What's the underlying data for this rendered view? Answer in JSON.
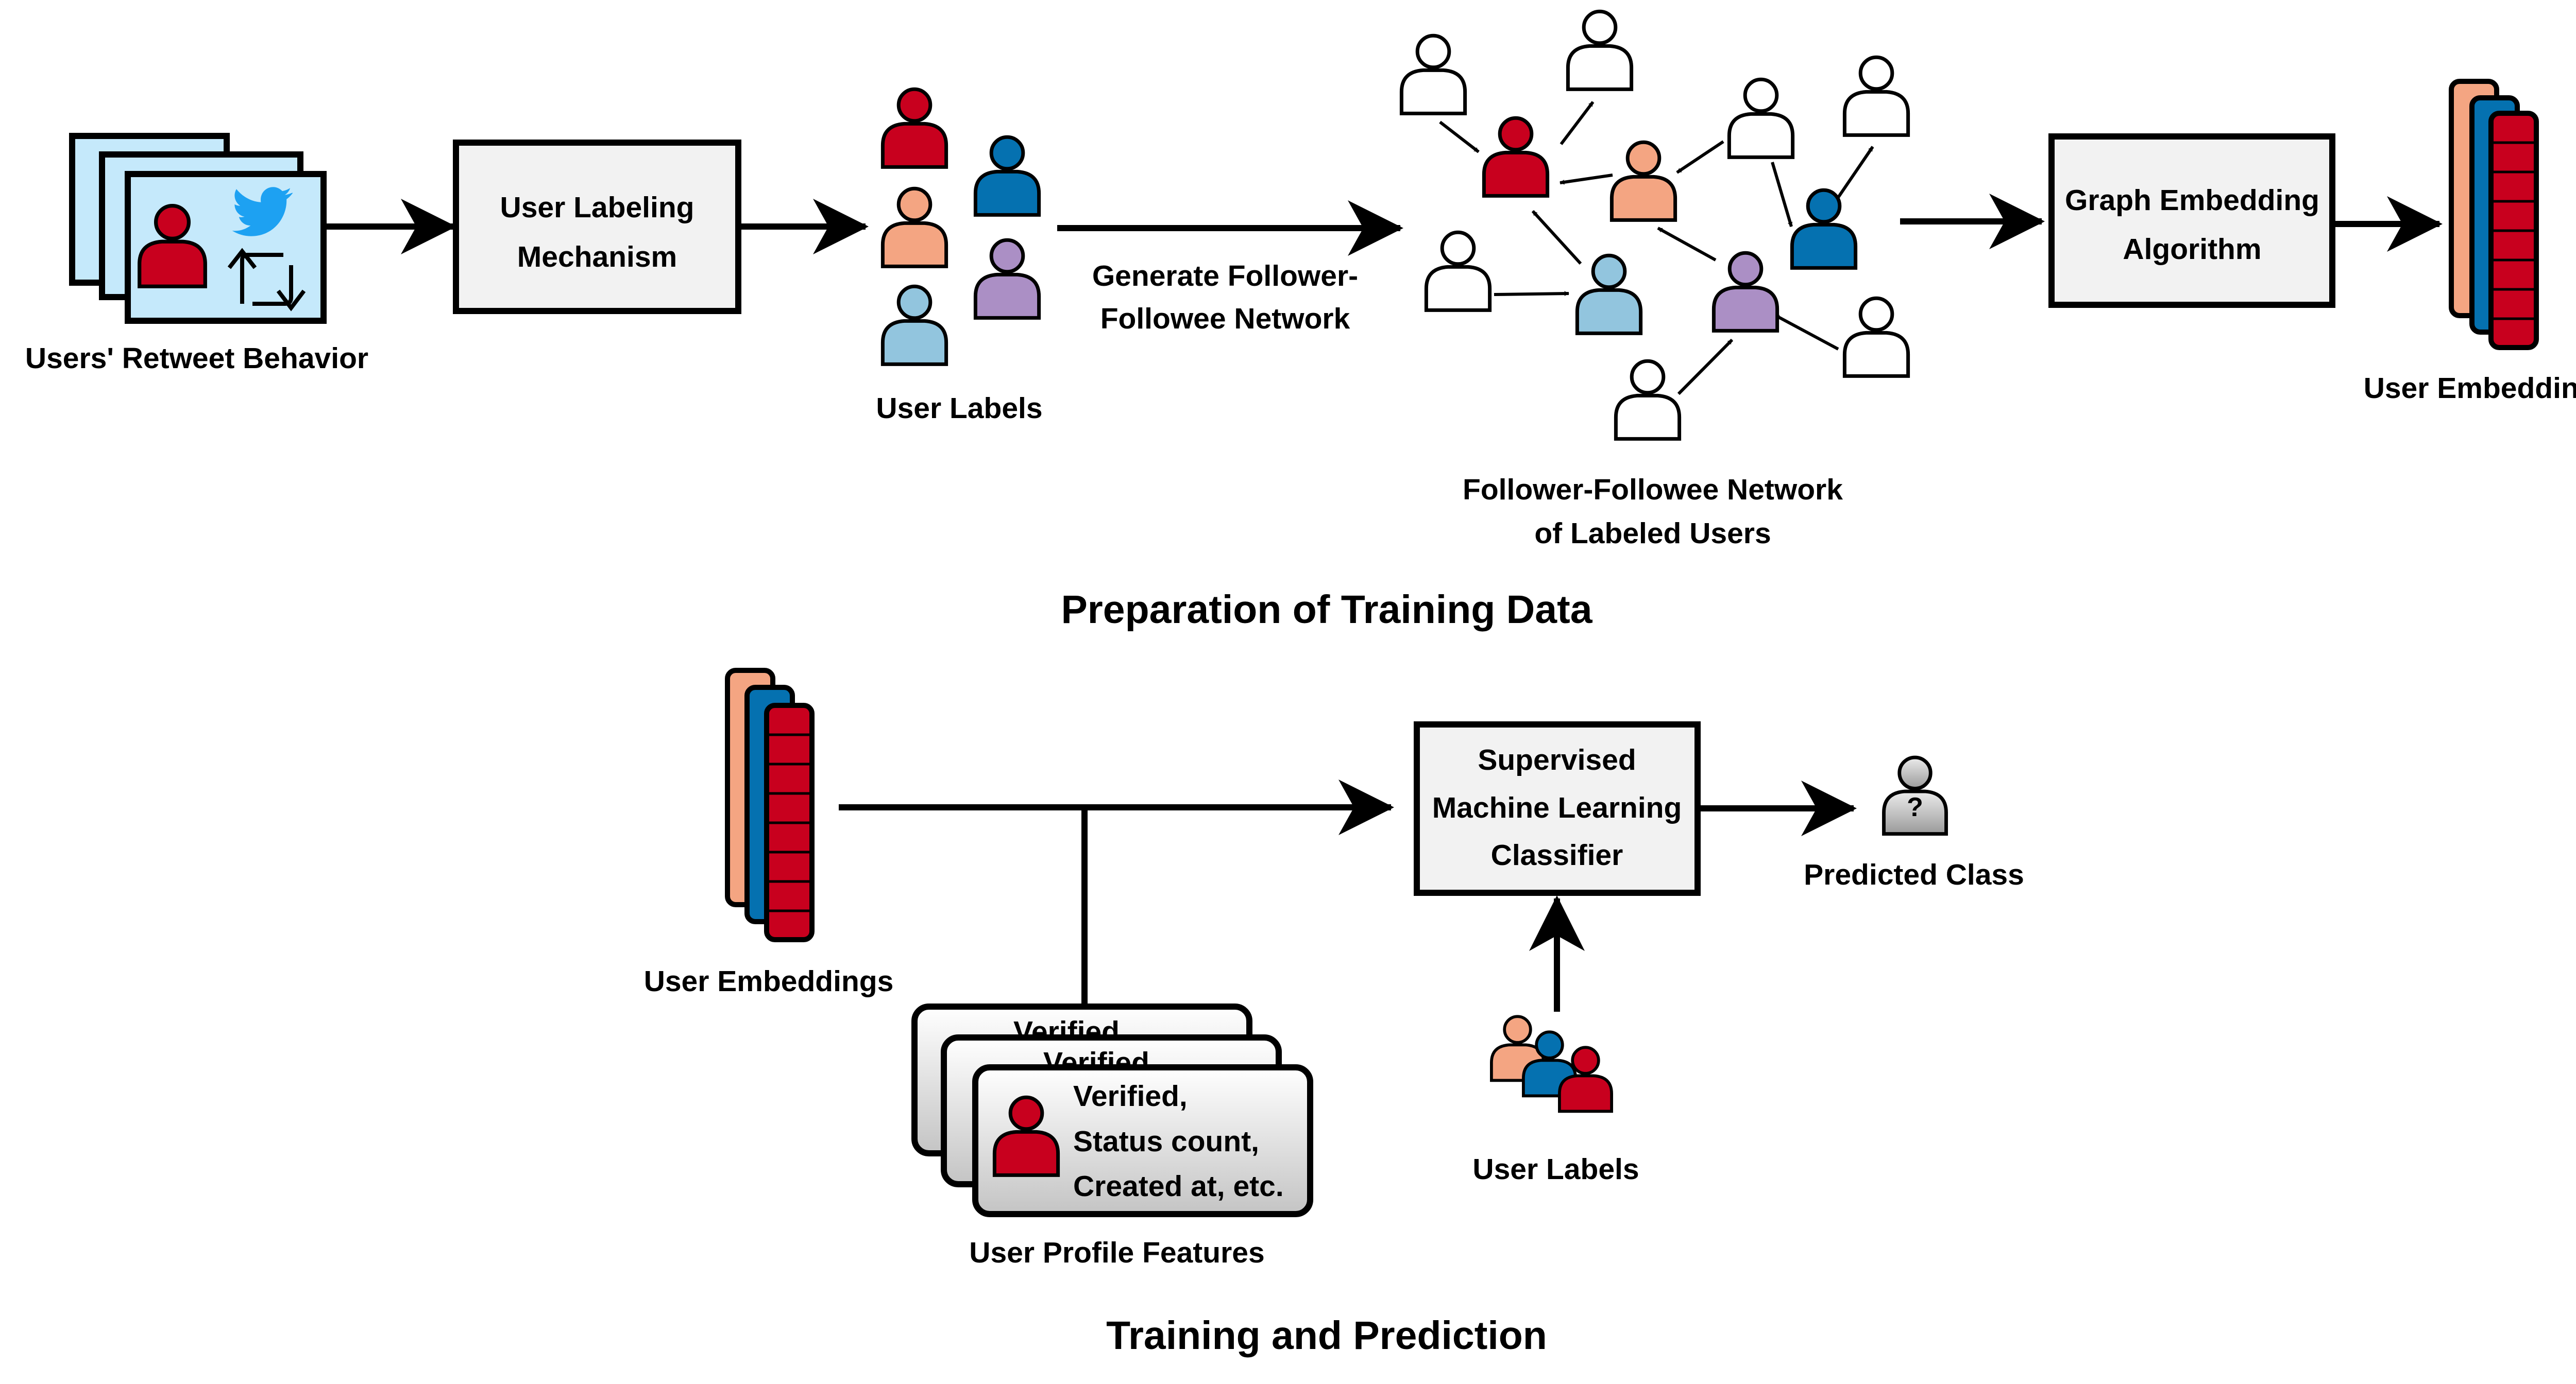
{
  "colors": {
    "red": "#c8001e",
    "salmon": "#f4a582",
    "blue": "#0571b0",
    "light_blue": "#92c5de",
    "purple": "#ab8fc5",
    "box_fill": "#f2f2f2",
    "tweet_bg": "#c5e9fb",
    "twitter_blue": "#1da1f2",
    "unknown_gray": "#c7c7c7"
  },
  "top": {
    "retweet_label": "Users' Retweet Behavior",
    "labeling_box": {
      "line1": "User Labeling",
      "line2": "Mechanism"
    },
    "user_labels": "User Labels",
    "generate_label": {
      "line1": "Generate Follower-",
      "line2": "Followee Network"
    },
    "network_label": {
      "line1": "Follower-Followee Network",
      "line2": "of Labeled Users"
    },
    "embedding_box": {
      "line1": "Graph Embedding",
      "line2": "Algorithm"
    },
    "embeddings_label": "User Embeddings",
    "section_title": "Preparation of Training Data"
  },
  "bottom": {
    "embeddings_label": "User Embeddings",
    "profile_card": {
      "line1": "Verified,",
      "line2": "Status count,",
      "line3": "Created at, etc."
    },
    "profile_back_text": "Verified",
    "profile_label": "User Profile Features",
    "classifier_box": {
      "line1": "Supervised",
      "line2": "Machine Learning",
      "line3": "Classifier"
    },
    "predicted_symbol": "?",
    "predicted_label": "Predicted Class",
    "user_labels": "User Labels",
    "section_title": "Training and Prediction"
  }
}
